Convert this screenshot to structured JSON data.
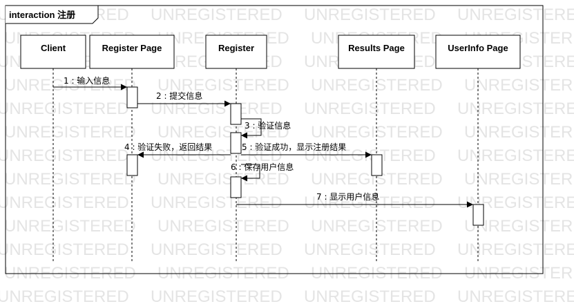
{
  "frame": {
    "title": "interaction 注册"
  },
  "watermark": {
    "text": "UNREGISTERED"
  },
  "lifelines": [
    {
      "id": "client",
      "name": "Client"
    },
    {
      "id": "register-page",
      "name": "Register Page"
    },
    {
      "id": "register",
      "name": "Register"
    },
    {
      "id": "results-page",
      "name": "Results Page"
    },
    {
      "id": "userinfo-page",
      "name": "UserInfo Page"
    }
  ],
  "messages": [
    {
      "label": "1 : 输入信息",
      "from": "client",
      "to": "register-page",
      "kind": "sync"
    },
    {
      "label": "2 : 提交信息",
      "from": "register-page",
      "to": "register",
      "kind": "sync"
    },
    {
      "label": "3 : 验证信息",
      "from": "register",
      "to": "register",
      "kind": "self"
    },
    {
      "label": "4 : 验证失败，返回结果",
      "from": "register",
      "to": "register-page",
      "kind": "sync"
    },
    {
      "label": "5 : 验证成功，显示注册结果",
      "from": "register",
      "to": "results-page",
      "kind": "sync"
    },
    {
      "label": "6 : 保存用户信息",
      "from": "register",
      "to": "register",
      "kind": "self"
    },
    {
      "label": "7 : 显示用户信息",
      "from": "register",
      "to": "userinfo-page",
      "kind": "sync"
    }
  ],
  "colors": {
    "line": "#000000",
    "watermark": "#e4e4e4",
    "lifeline_dash": "#000000",
    "background": "#ffffff"
  }
}
